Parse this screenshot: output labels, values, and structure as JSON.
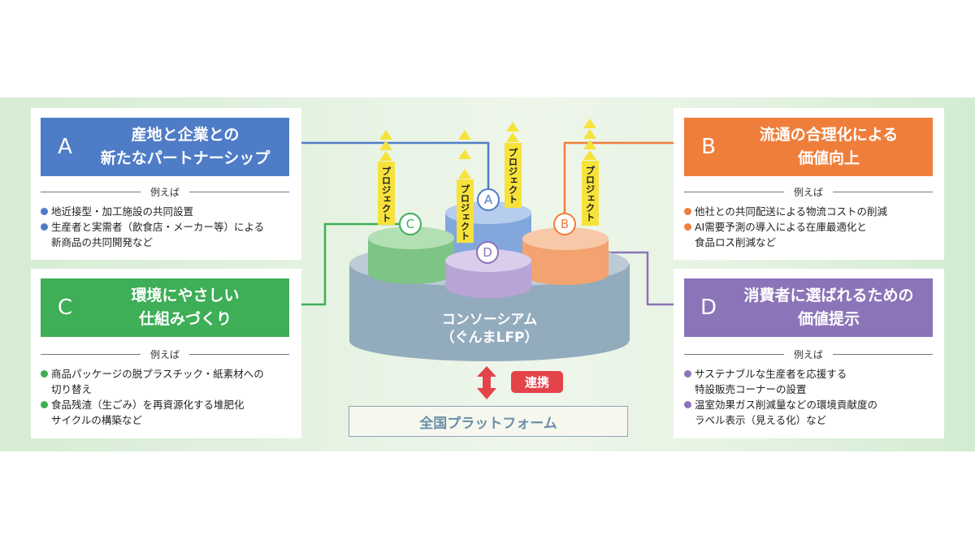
{
  "colors": {
    "a": "#4f7cc7",
    "b": "#ef7e3b",
    "c": "#3eae57",
    "d": "#8b74b8",
    "base": "#92abbd",
    "arrow": "#f7e23a",
    "link": "#e4434a"
  },
  "cards": {
    "a": {
      "letter": "A",
      "title1": "産地と企業との",
      "title2": "新たなパートナーシップ",
      "example": "例えば",
      "items": [
        "地近接型・加工施設の共同設置",
        "生産者と実需者（飲食店・メーカー等）による",
        "新商品の共同開発など"
      ]
    },
    "b": {
      "letter": "B",
      "title1": "流通の合理化による",
      "title2": "価値向上",
      "example": "例えば",
      "items": [
        "他社との共同配送による物流コストの削減",
        "AI需要予測の導入による在庫最適化と",
        "食品ロス削減など"
      ]
    },
    "c": {
      "letter": "C",
      "title1": "環境にやさしい",
      "title2": "仕組みづくり",
      "example": "例えば",
      "items": [
        "商品パッケージの脱プラスチック・紙素材への",
        "切り替え",
        "食品残渣（生ごみ）を再資源化する堆肥化",
        "サイクルの構築など"
      ]
    },
    "d": {
      "letter": "D",
      "title1": "消費者に選ばれるための",
      "title2": "価値提示",
      "example": "例えば",
      "items": [
        "サステナブルな生産者を応援する",
        "特設販売コーナーの設置",
        "温室効果ガス削減量などの環境貢献度の",
        "ラベル表示（見える化）など"
      ]
    }
  },
  "center": {
    "consortium1": "コンソーシアム",
    "consortium2": "（ぐんまLFP）",
    "project": "プロジェクト",
    "node_a": "A",
    "node_b": "B",
    "node_c": "C",
    "node_d": "D",
    "renkei": "連携",
    "platform": "全国プラットフォーム"
  }
}
